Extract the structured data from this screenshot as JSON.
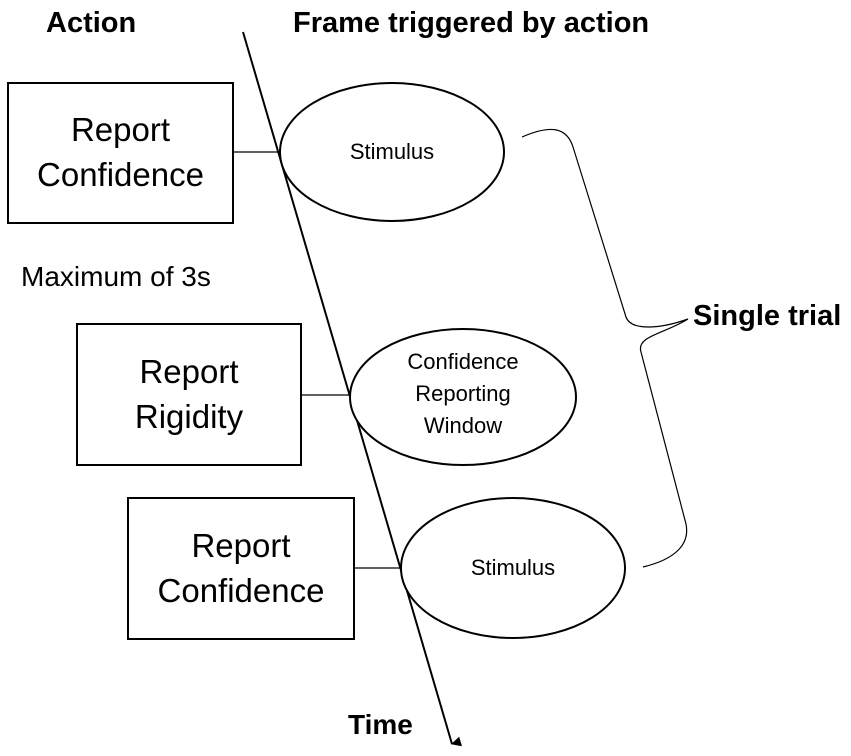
{
  "headings": {
    "action": "Action",
    "frame": "Frame triggered by action"
  },
  "actions": [
    {
      "line1": "Report",
      "line2": "Confidence"
    },
    {
      "line1": "Report",
      "line2": "Rigidity"
    },
    {
      "line1": "Report",
      "line2": "Confidence"
    }
  ],
  "frames": [
    {
      "lines": [
        "Stimulus"
      ]
    },
    {
      "lines": [
        "Confidence",
        "Reporting",
        "Window"
      ]
    },
    {
      "lines": [
        "Stimulus"
      ]
    }
  ],
  "note": "Maximum of 3s",
  "trial_label": "Single trial",
  "time_label": "Time"
}
